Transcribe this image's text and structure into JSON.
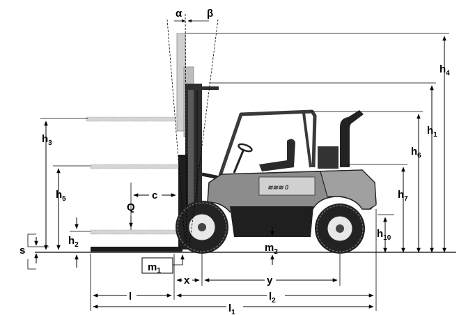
{
  "labels": {
    "alpha": "α",
    "beta": "β",
    "h4": {
      "base": "h",
      "sub": "4"
    },
    "h1": {
      "base": "h",
      "sub": "1"
    },
    "h6": {
      "base": "h",
      "sub": "6"
    },
    "h7": {
      "base": "h",
      "sub": "7"
    },
    "h10": {
      "base": "h",
      "sub": "10"
    },
    "h3": {
      "base": "h",
      "sub": "3"
    },
    "h5": {
      "base": "h",
      "sub": "5"
    },
    "h2": {
      "base": "h",
      "sub": "2"
    },
    "s": "s",
    "c": "c",
    "Q": "Q",
    "m1": {
      "base": "m",
      "sub": "1"
    },
    "m2": {
      "base": "m",
      "sub": "2"
    },
    "x": "x",
    "y": "y",
    "l": "l",
    "l1": {
      "base": "l",
      "sub": "1"
    },
    "l2": {
      "base": "l",
      "sub": "2"
    }
  },
  "colors": {
    "body": "#8c8c8c",
    "body_dark": "#3a3a3a",
    "body_light": "#bdbdbd",
    "tire": "#222222",
    "line": "#000000"
  }
}
